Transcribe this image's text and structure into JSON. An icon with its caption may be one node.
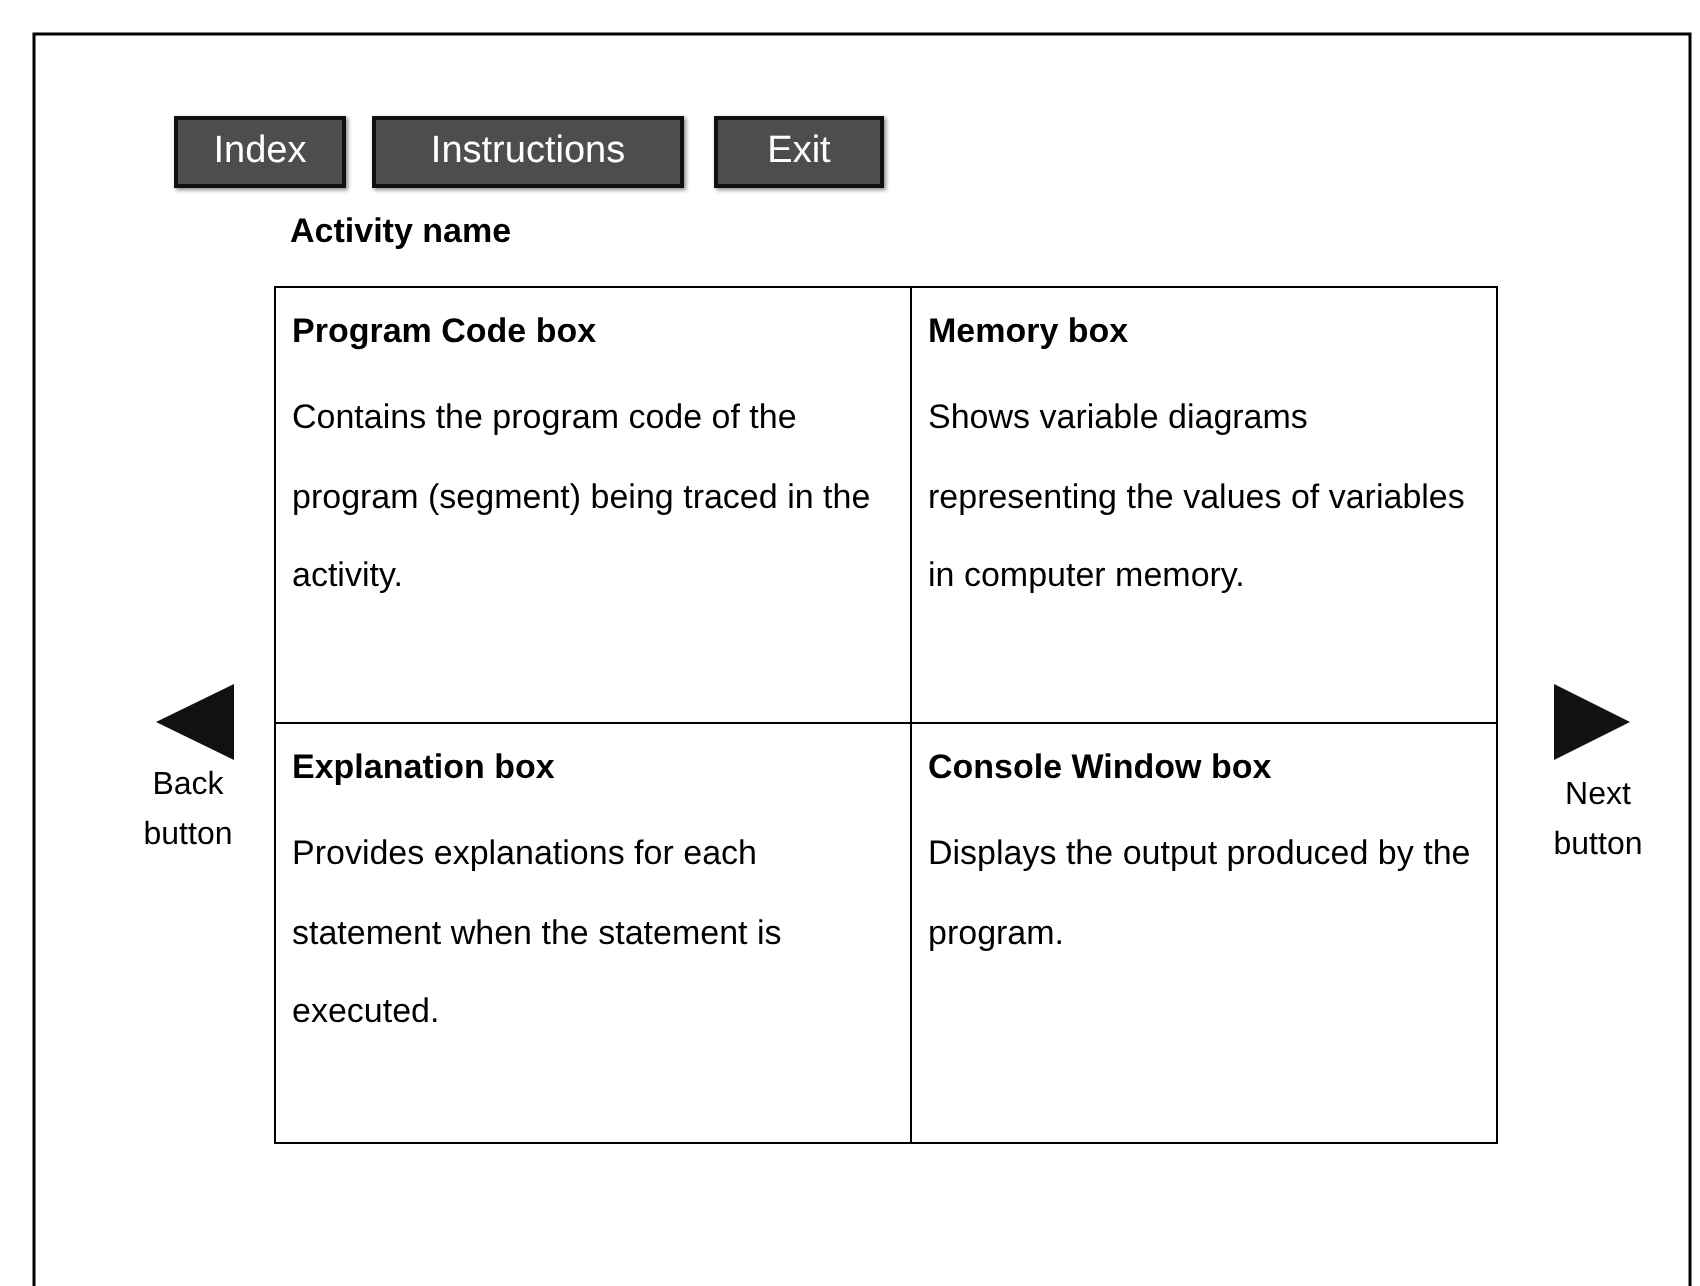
{
  "diagram": {
    "nodes": [
      {
        "text": [
          "Index"
        ]
      },
      {
        "text": [
          "Instructions"
        ]
      },
      {
        "text": [
          "Exit"
        ]
      },
      {
        "text": [
          "Program Code box",
          "Contains the program code of the program (segment) being traced in the activity."
        ]
      },
      {
        "text": [
          "Memory box",
          "Shows variable diagrams representing the values of variables in computer memory."
        ]
      },
      {
        "text": [
          "Explanation box",
          "Provides explanations for each statement when the statement is executed."
        ]
      },
      {
        "text": [
          "Console Window box",
          "Displays the output produced by the program."
        ]
      }
    ],
    "labels": [
      "Activity name",
      "Back button",
      "Next button"
    ]
  }
}
